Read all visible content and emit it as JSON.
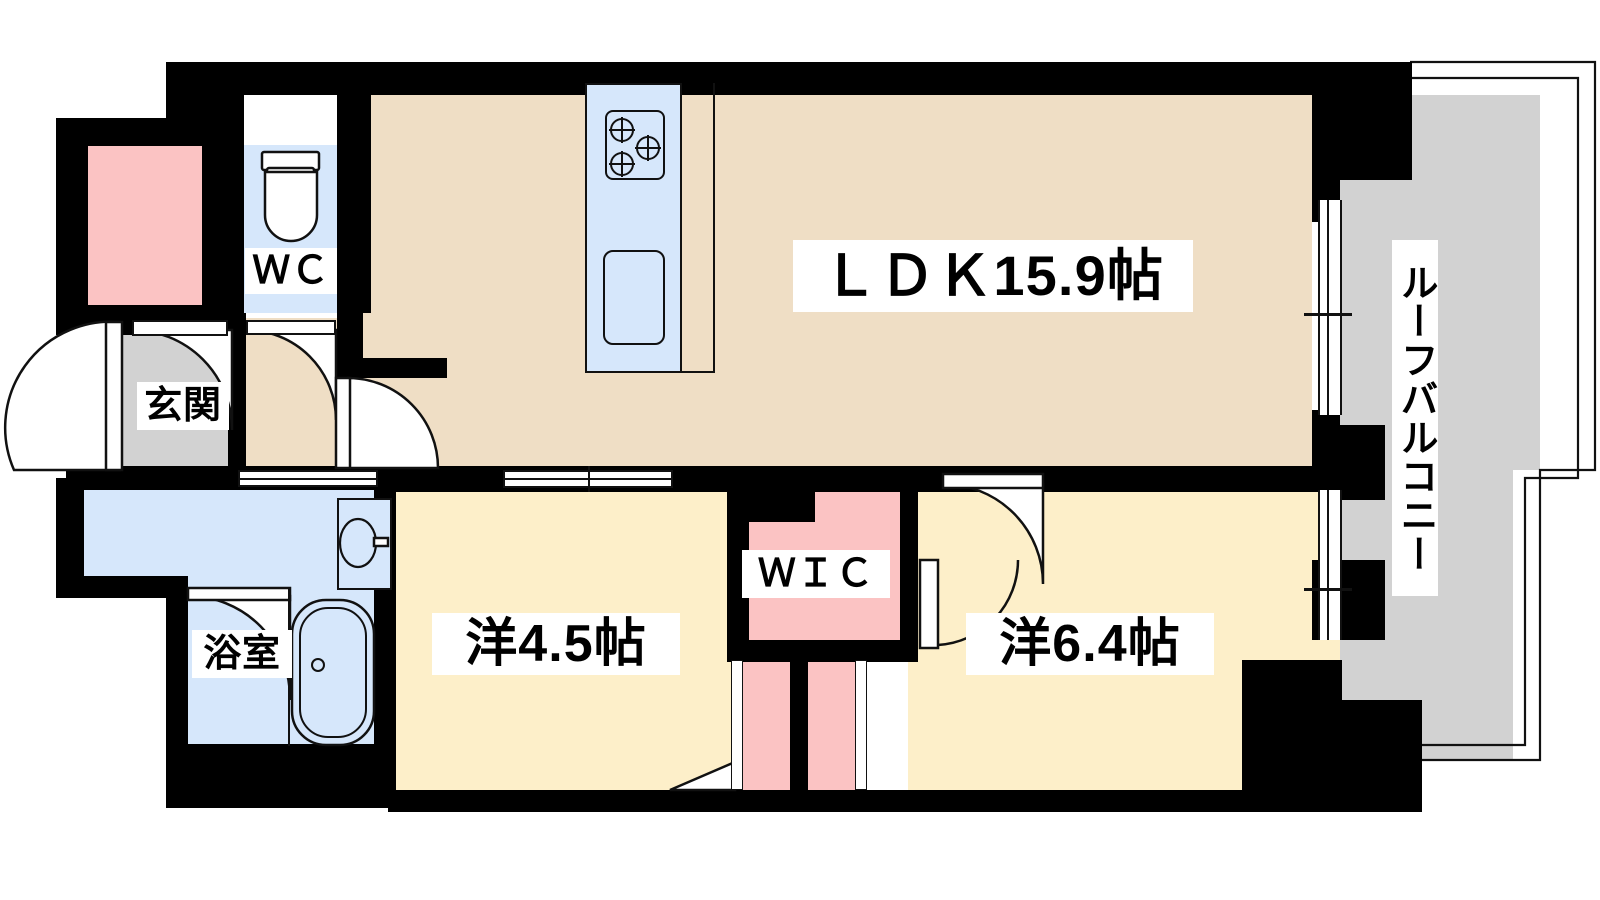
{
  "plan": {
    "type": "japanese-apartment-floorplan",
    "layout_code": "2LDK",
    "unit": "帖",
    "rooms": [
      {
        "key": "ldk",
        "label": "ＬＤＫ15.9帖",
        "area_jo": 15.9,
        "fill": "#EFDEC5"
      },
      {
        "key": "washitsu1",
        "label": "洋4.5帖",
        "area_jo": 4.5,
        "fill": "#FDEFC9"
      },
      {
        "key": "washitsu2",
        "label": "洋6.4帖",
        "area_jo": 6.4,
        "fill": "#FDEFC9"
      },
      {
        "key": "wic",
        "label": "ＷＩＣ",
        "fill": "#FBC3C3"
      },
      {
        "key": "wc",
        "label": "ＷＣ",
        "fill": "#D6E7FB"
      },
      {
        "key": "bath",
        "label": "浴室",
        "fill": "#D6E7FB"
      },
      {
        "key": "genkan",
        "label": "玄関",
        "fill": "#D2D2D2"
      },
      {
        "key": "balcony",
        "label": "ルーフバルコニー",
        "fill": "#D2D2D2"
      }
    ],
    "labels": {
      "ldk": "ＬＤＫ15.9帖",
      "room_small": "洋4.5帖",
      "room_large": "洋6.4帖",
      "wic": "ＷＩＣ",
      "wc": "ＷＣ",
      "bath": "浴室",
      "genkan": "玄関",
      "balcony": "ルーフバルコニー"
    },
    "fixtures": [
      {
        "name": "gas-stove-3-burner",
        "room": "ldk"
      },
      {
        "name": "kitchen-sink",
        "room": "ldk"
      },
      {
        "name": "toilet",
        "room": "wc"
      },
      {
        "name": "bathtub",
        "room": "bath"
      },
      {
        "name": "washbasin-vanity",
        "room": "washroom"
      }
    ],
    "colors": {
      "ldk_fill": "#EFDEC5",
      "room_fill": "#FDEFC9",
      "closet_fill": "#FBC3C3",
      "water_fill": "#D6E7FB",
      "entry_fill": "#D2D2D2",
      "balcony_fill": "#D2D2D2",
      "wall": "#000000",
      "line": "#111111",
      "background": "#FFFFFF"
    }
  }
}
